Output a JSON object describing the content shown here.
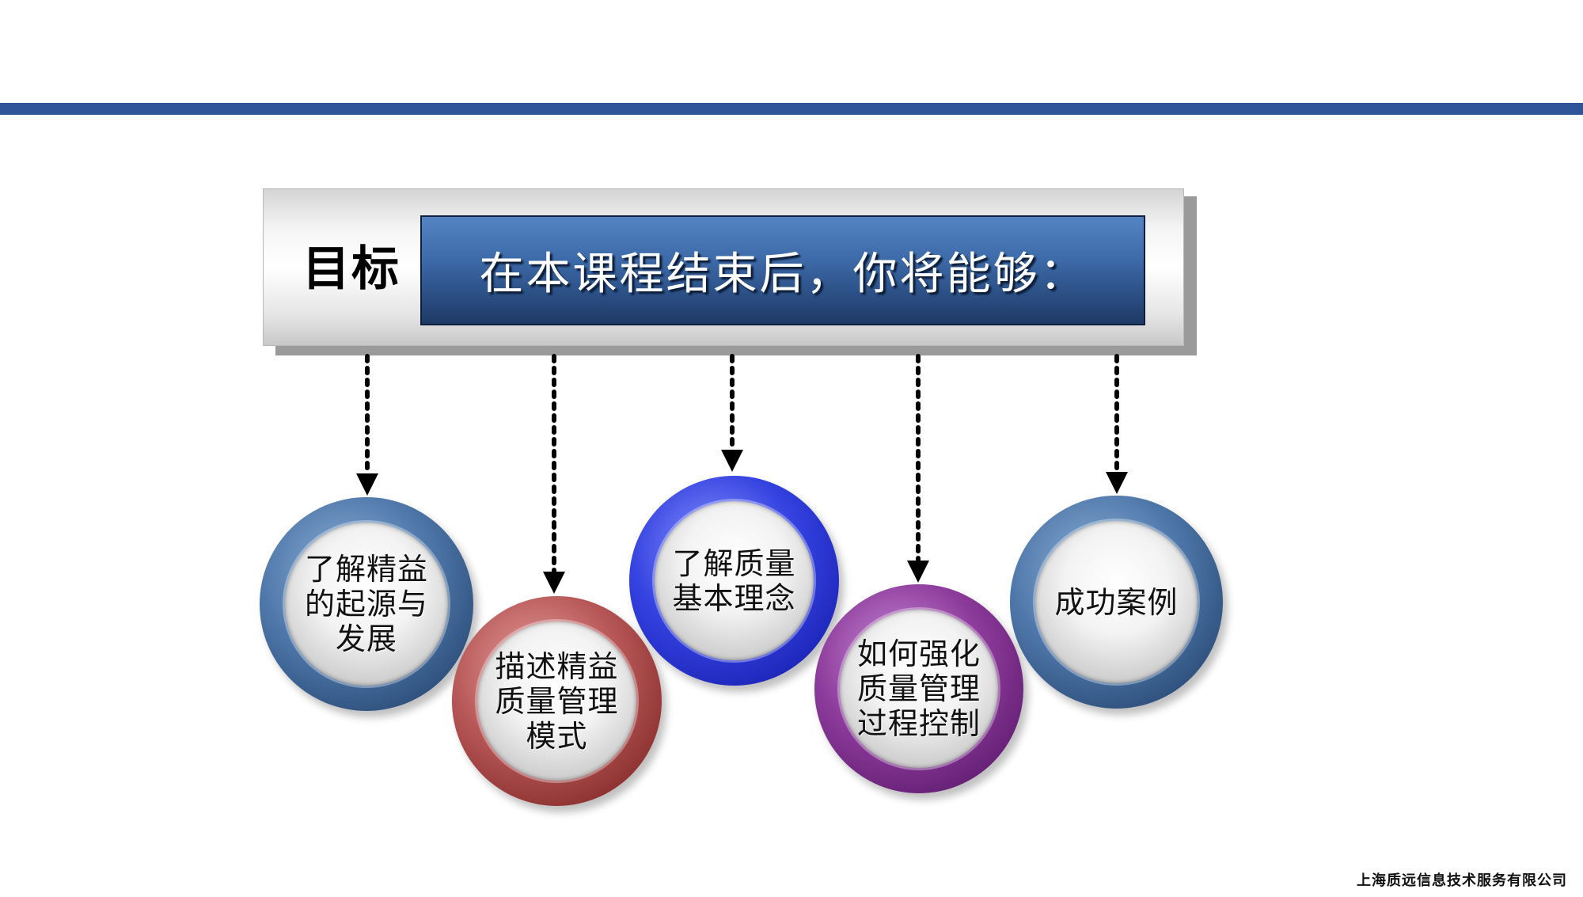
{
  "header": {
    "target_label": "目标",
    "title": "在本课程结束后，你将能够："
  },
  "nodes": [
    {
      "label_lines": [
        "了解精益",
        "的起源与",
        "发展"
      ],
      "ring_color": "#4f78aa"
    },
    {
      "label_lines": [
        "描述精益",
        "质量管理",
        "模式"
      ],
      "ring_color": "#b85757"
    },
    {
      "label_lines": [
        "了解质量",
        "基本理念"
      ],
      "ring_color": "#3442e0"
    },
    {
      "label_lines": [
        "如何强化",
        "质量管理",
        "过程控制"
      ],
      "ring_color": "#8d3b9c"
    },
    {
      "label_lines": [
        "成功案例"
      ],
      "ring_color": "#4f78aa"
    }
  ],
  "footer": {
    "company": "上海质远信息技术服务有限公司"
  },
  "colors": {
    "top_bar": "#2e5597",
    "title_panel": "#3d6aa8"
  }
}
